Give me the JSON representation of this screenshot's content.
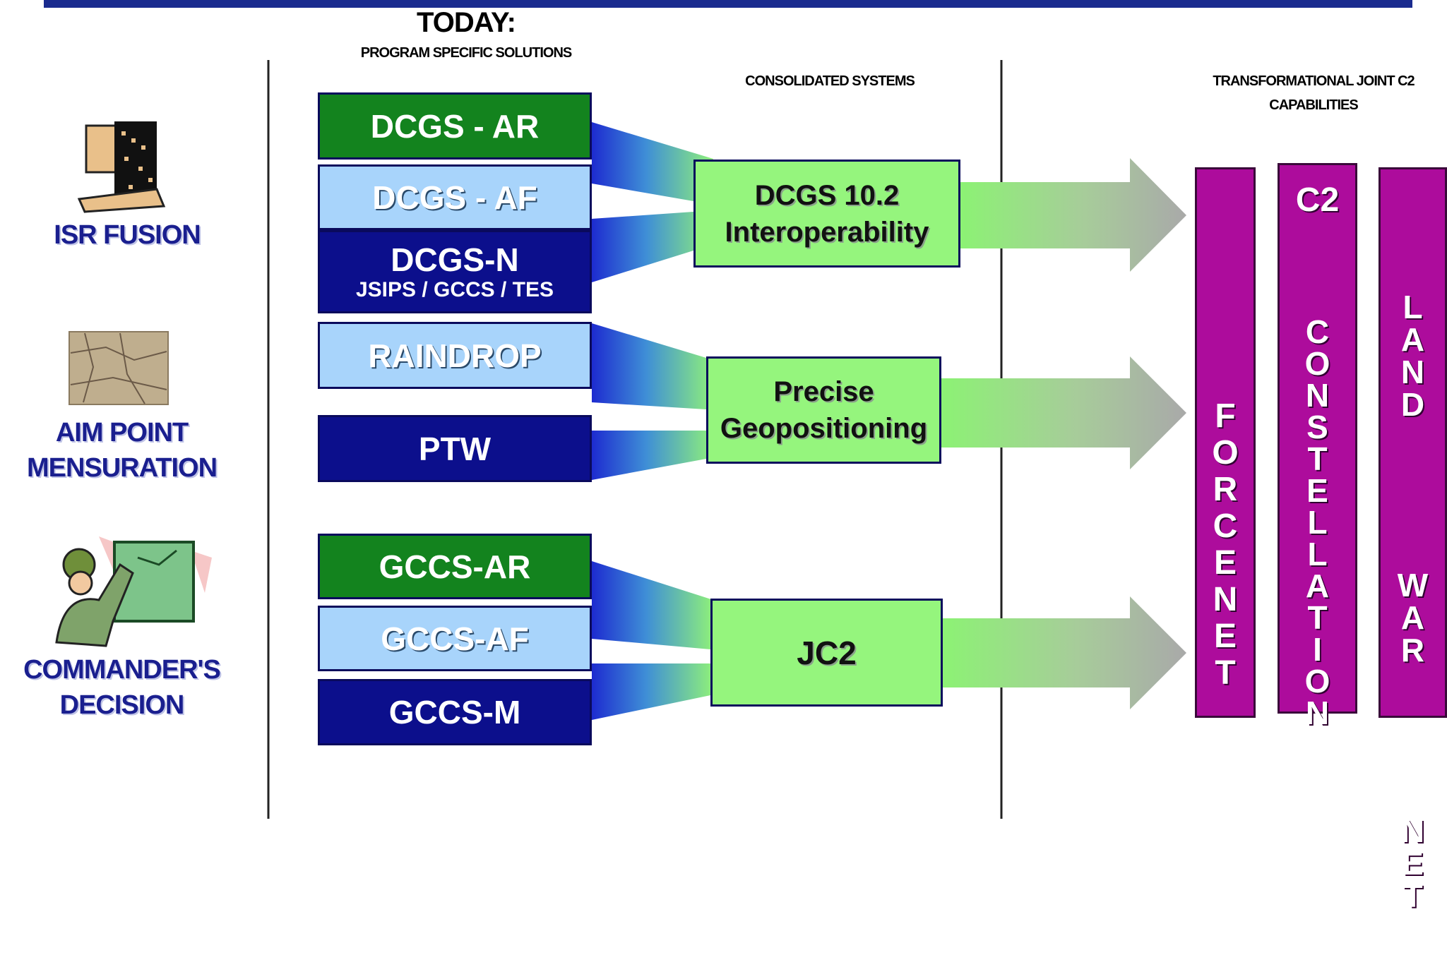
{
  "headers": {
    "today": "TODAY:",
    "program_specific": "PROGRAM SPECIFIC SOLUTIONS",
    "consolidated": "CONSOLIDATED SYSTEMS",
    "transformational": "TRANSFORMATIONAL JOINT C2 CAPABILITIES"
  },
  "categories": {
    "isr": "ISR FUSION",
    "aim": "AIM POINT MENSURATION",
    "commander": "COMMANDER'S DECISION"
  },
  "programs": {
    "dcgs_ar": "DCGS - AR",
    "dcgs_af": "DCGS - AF",
    "dcgs_n": "DCGS-N",
    "dcgs_n_sub": "JSIPS / GCCS / TES",
    "raindrop": "RAINDROP",
    "ptw": "PTW",
    "gccs_ar": "GCCS-AR",
    "gccs_af": "GCCS-AF",
    "gccs_m": "GCCS-M"
  },
  "consolidated": {
    "dcgs_line1": "DCGS 10.2",
    "dcgs_line2": "Interoperability",
    "geo_line1": "Precise",
    "geo_line2": "Geopositioning",
    "jc2": "JC2"
  },
  "capabilities": {
    "forcenet": "FORCENET",
    "c2": "C2",
    "constellation": "CONSTELLATION",
    "landwarnet_line1": "LAND",
    "landwarnet_line2": "WAR",
    "landwarnet_line3": "NET"
  },
  "colors": {
    "top_band": "#1a2b8f",
    "program_green": "#13831e",
    "program_light_blue": "#a8d4fb",
    "program_navy": "#0c0f8c",
    "consolidated_green": "#95f57d",
    "capability_magenta": "#ad0c9c"
  }
}
